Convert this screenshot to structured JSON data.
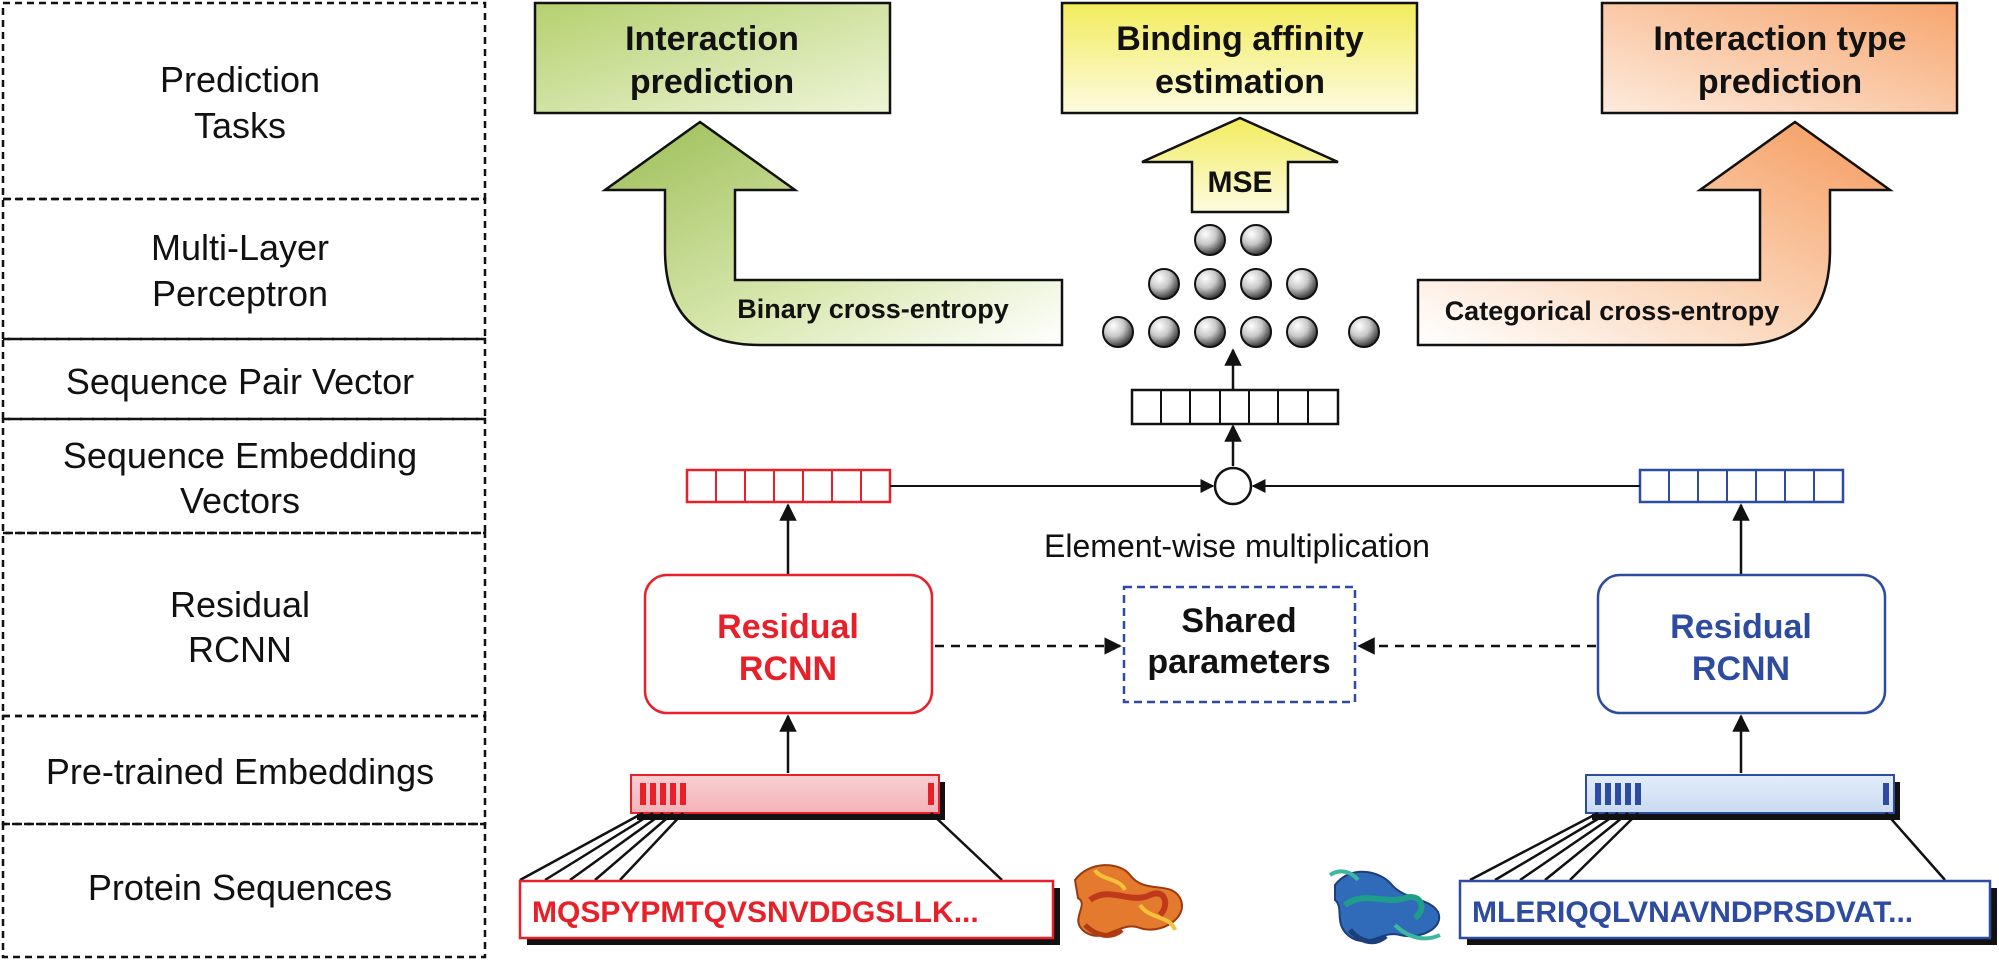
{
  "rows": [
    {
      "line1": "Prediction",
      "line2": "Tasks"
    },
    {
      "line1": "Multi-Layer",
      "line2": "Perceptron"
    },
    {
      "line1": "Sequence Pair Vector",
      "line2": ""
    },
    {
      "line1": "Sequence Embedding",
      "line2": "Vectors"
    },
    {
      "line1": "Residual",
      "line2": "RCNN"
    },
    {
      "line1": "Pre-trained Embeddings",
      "line2": ""
    },
    {
      "line1": "Protein Sequences",
      "line2": ""
    }
  ],
  "tasks": {
    "interaction": {
      "line1": "Interaction",
      "line2": "prediction",
      "loss": "Binary cross-entropy"
    },
    "affinity": {
      "line1": "Binding affinity",
      "line2": "estimation",
      "loss": "MSE"
    },
    "type": {
      "line1": "Interaction type",
      "line2": "prediction",
      "loss": "Categorical cross-entropy"
    }
  },
  "operation": "Element-wise multiplication",
  "rcnn_left": {
    "line1": "Residual",
    "line2": "RCNN"
  },
  "rcnn_right": {
    "line1": "Residual",
    "line2": "RCNN"
  },
  "shared": {
    "line1": "Shared",
    "line2": "parameters"
  },
  "sequences": {
    "left": "MQSPYPMTQVSNVDDGSLLK...",
    "right": "MLERIQQLVNAVNDPRSDVAT..."
  },
  "colors": {
    "red": "#e8202a",
    "blue": "#2d4ba0",
    "green_arrow": "#a9c46a",
    "yellow_arrow": "#f2ee7a",
    "orange_arrow": "#f6a66f"
  }
}
